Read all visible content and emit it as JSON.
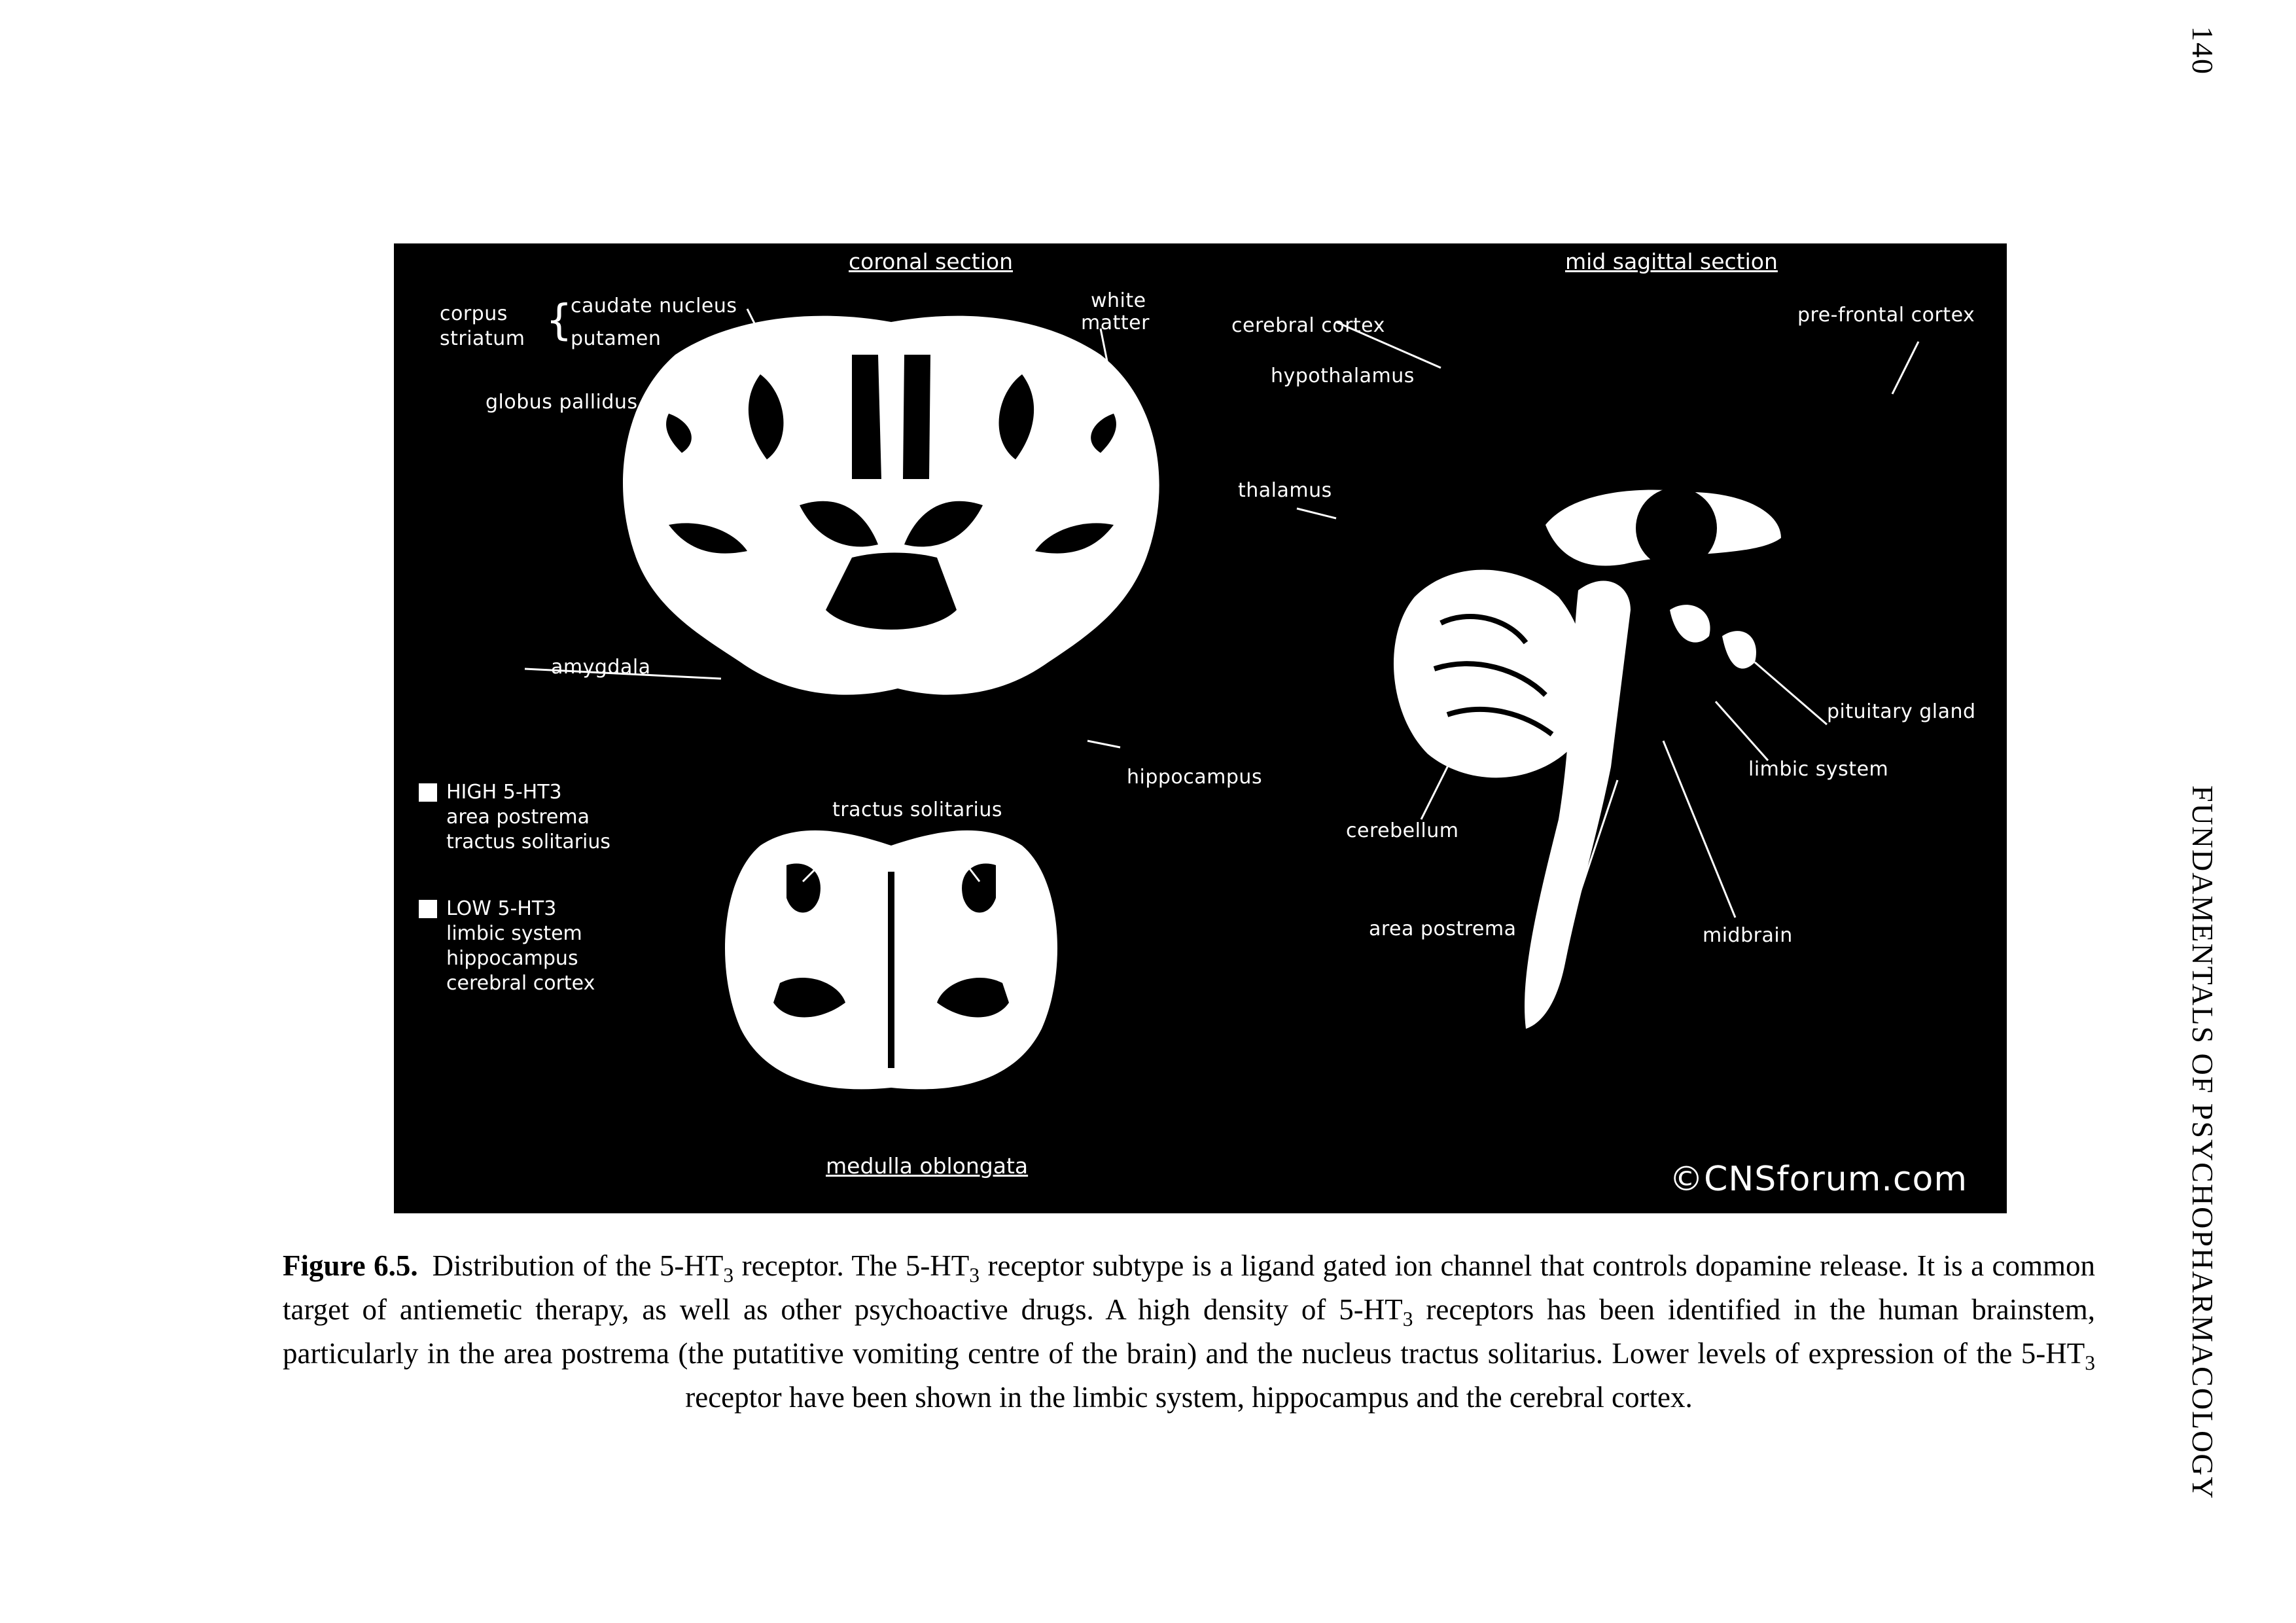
{
  "running_head": {
    "page_number": "140",
    "book_title": "FUNDAMENTALS OF PSYCHOPHARMACOLOGY"
  },
  "figure": {
    "sections": {
      "coronal": "coronal section",
      "mid_sagittal": "mid sagittal section",
      "medulla": "medulla oblongata"
    },
    "labels": {
      "corpus": "corpus",
      "striatum": "striatum",
      "caudate": "caudate nucleus",
      "putamen": "putamen",
      "globus_pallidus": "globus pallidus",
      "white": "white",
      "matter": "matter",
      "cerebral_cortex": "cerebral cortex",
      "hypothalamus": "hypothalamus",
      "thalamus": "thalamus",
      "prefrontal": "pre-frontal cortex",
      "amygdala": "amygdala",
      "hippocampus": "hippocampus",
      "tractus_solitarius": "tractus solitarius",
      "pituitary": "pituitary gland",
      "limbic": "limbic system",
      "cerebellum": "cerebellum",
      "area_postrema": "area postrema",
      "midbrain": "midbrain"
    },
    "legend": {
      "high": {
        "title": "HIGH 5-HT3",
        "items": [
          "area postrema",
          "tractus solitarius"
        ]
      },
      "low": {
        "title": "LOW 5-HT3",
        "items": [
          "limbic system",
          "hippocampus",
          "cerebral cortex"
        ]
      }
    },
    "watermark": "©CNSforum.com"
  },
  "caption": {
    "label": "Figure 6.5.",
    "t1": "Distribution of the 5-HT",
    "t2": " receptor. The 5-HT",
    "t3": " receptor subtype is a ligand gated ion channel that controls dopamine release. It is a common target of antiemetic therapy, as well as other psychoactive drugs. A high density of 5-HT",
    "t4": " receptors has been identified in the human brainstem, particularly in the area postrema (the putatitive vomiting centre of the brain) and the nucleus tractus solitarius. Lower levels of expression of the 5-HT",
    "t5": " receptor have been shown in the limbic system, hippocampus and the cerebral cortex.",
    "sub": "3"
  }
}
